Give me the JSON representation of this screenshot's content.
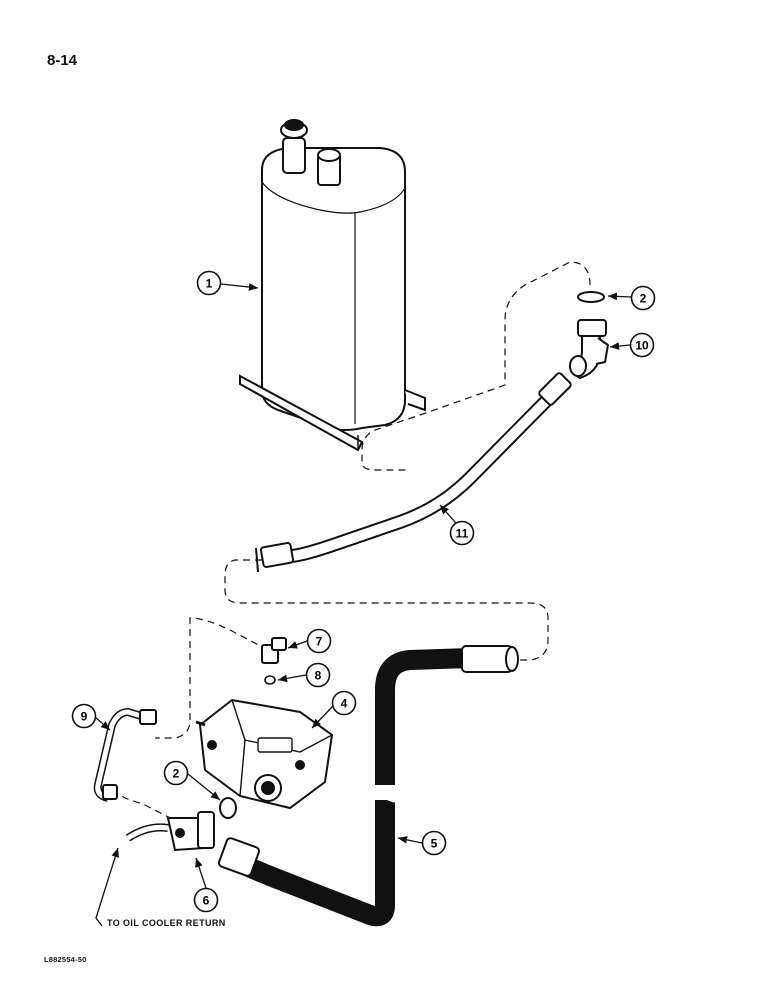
{
  "page": {
    "number": "8-14",
    "figure_code": "L882554-50"
  },
  "note": {
    "oil_cooler": "TO OIL COOLER RETURN"
  },
  "callouts": [
    {
      "id": "tank",
      "label": "1"
    },
    {
      "id": "oring-top",
      "label": "2"
    },
    {
      "id": "elbow-top",
      "label": "10"
    },
    {
      "id": "tube",
      "label": "11"
    },
    {
      "id": "fitting",
      "label": "7"
    },
    {
      "id": "oring-small",
      "label": "8"
    },
    {
      "id": "pump",
      "label": "4"
    },
    {
      "id": "line",
      "label": "9"
    },
    {
      "id": "oring-pump",
      "label": "2"
    },
    {
      "id": "hose",
      "label": "5"
    },
    {
      "id": "elbow-bottom",
      "label": "6"
    }
  ]
}
